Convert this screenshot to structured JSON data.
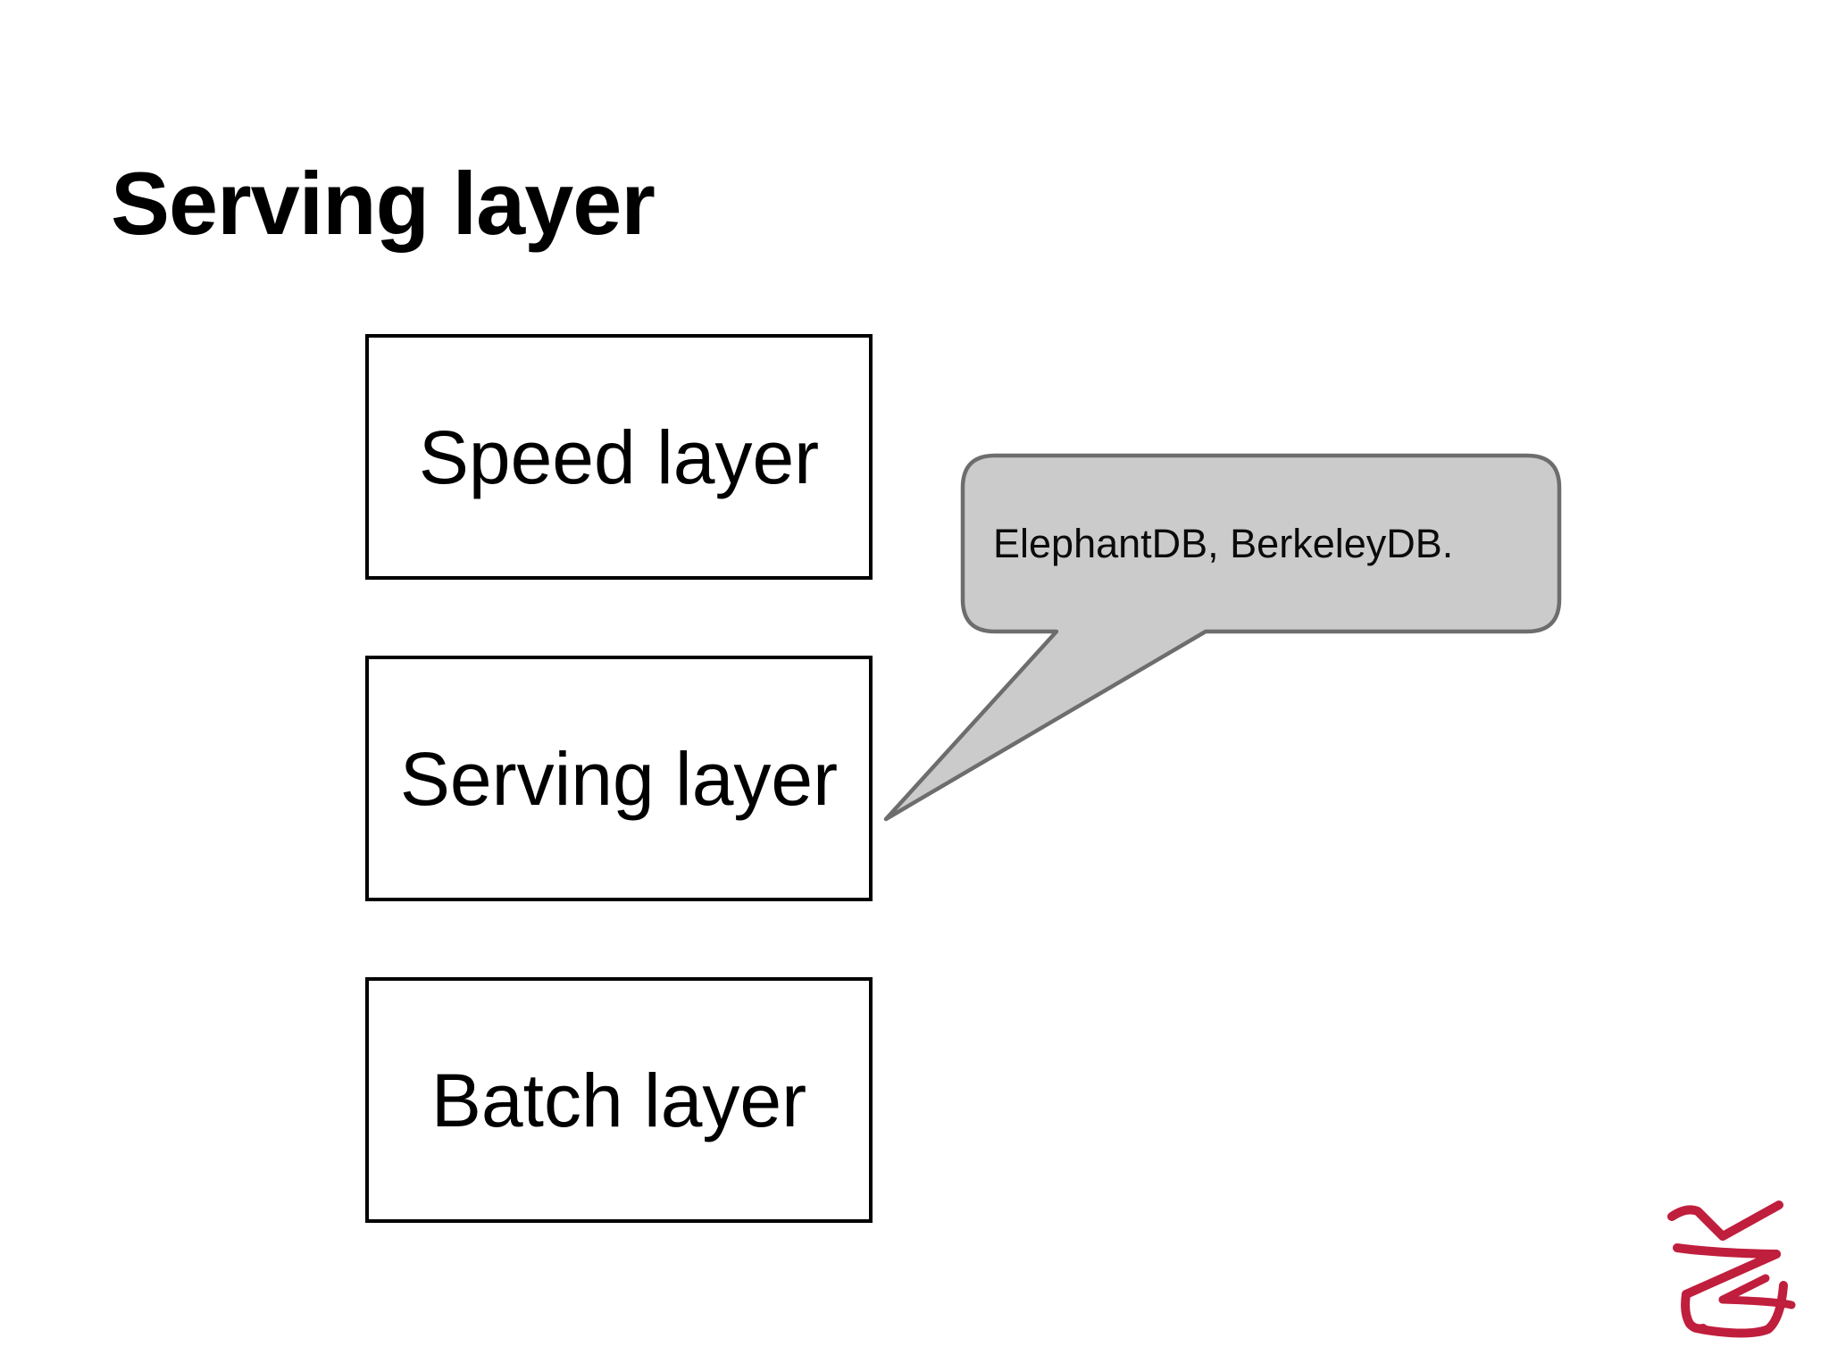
{
  "slide": {
    "title": "Serving layer"
  },
  "diagram": {
    "boxes": [
      {
        "label": "Speed layer"
      },
      {
        "label": "Serving layer"
      },
      {
        "label": "Batch layer"
      }
    ],
    "callout": {
      "text": "ElephantDB, BerkeleyDB.",
      "points_to": "Serving layer"
    }
  },
  "icons": {
    "logo": "handwritten-signature-mark"
  },
  "colors": {
    "bubble_fill": "#cbcbcb",
    "bubble_stroke": "#6d6d6d",
    "box_border": "#000000",
    "text": "#000000",
    "logo": "#c01e3d",
    "background": "#ffffff"
  }
}
